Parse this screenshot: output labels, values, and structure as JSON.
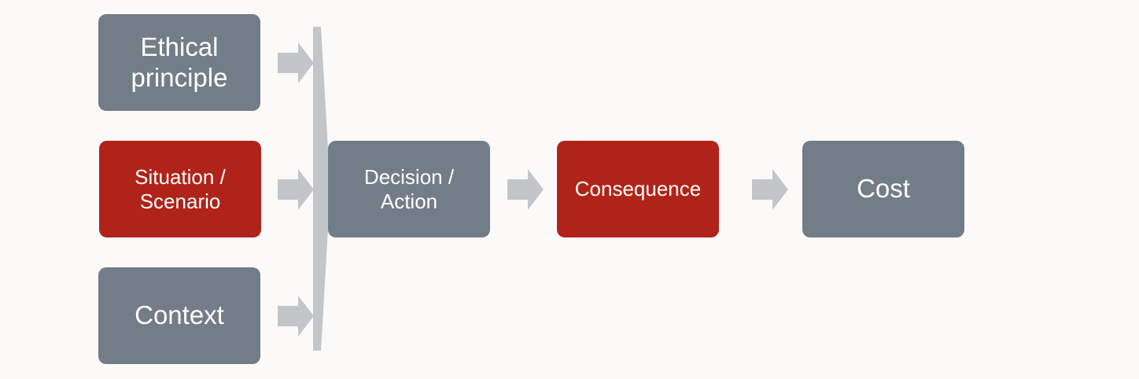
{
  "diagram": {
    "inputs": {
      "ethical_principle": "Ethical principle",
      "situation": "Situation / Scenario",
      "context": "Context"
    },
    "decision": "Decision / Action",
    "consequence": "Consequence",
    "cost": "Cost"
  },
  "colors": {
    "gray_box": "#737d88",
    "red_box": "#b02318",
    "arrow": "#c3c6c9",
    "background": "#fbfaf9"
  }
}
